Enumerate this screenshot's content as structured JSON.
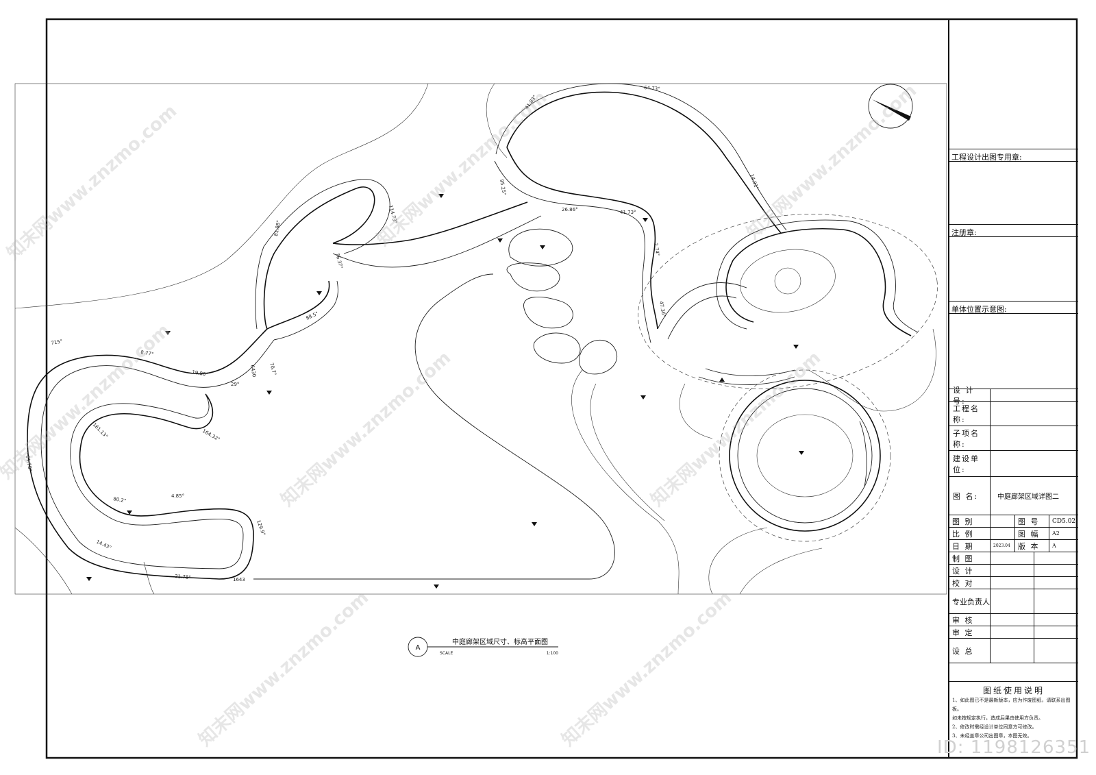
{
  "drawing": {
    "caption_symbol": "A",
    "caption_title": "中庭廊架区域尺寸、标高平面图",
    "caption_scale_label": "SCALE",
    "caption_scale_value": "1:100",
    "dimensions": [
      "64.73°",
      "41.83°",
      "14.91°",
      "95.25°",
      "26.86°",
      "41.73°",
      "2.74°",
      "114.73°",
      "76.37°",
      "47.36°",
      "81.98°",
      "88.5°",
      "70.7°",
      "715°",
      "8.77°",
      "19.86°",
      "29°",
      "6430",
      "161.13°",
      "164.32°",
      "81.78°",
      "80.2°",
      "4.85°",
      "129.9°",
      "14.43°",
      "21.78°",
      "1643"
    ],
    "watermark_text": "知末网www.znzmo.com",
    "id_text": "ID: 1198126351"
  },
  "title_block": {
    "seal_label": "工程设计出图专用章:",
    "reg_label": "注册章:",
    "location_label": "单体位置示意图:",
    "design_no_label": "设 计 号:",
    "project_name_label": "工程名称:",
    "sub_item_label": "子项名称:",
    "owner_label": "建设单位:",
    "drawing_name_label": "图    名:",
    "drawing_name_value": "中庭廊架区域详图二",
    "category_label": "图  别",
    "number_label": "图  号",
    "number_value": "CD5.02",
    "scale_label": "比  例",
    "size_label": "图  幅",
    "size_value": "A2",
    "date_label": "日  期",
    "date_value": "2023.04",
    "version_label": "版  本",
    "version_value": "A",
    "drawn_label": "制  图",
    "design_label": "设  计",
    "check_label": "校  对",
    "lead_label": "专业负责人",
    "review_label": "审  核",
    "approve_label": "审  定",
    "chief_label": "设  总",
    "notes_title": "图纸使用说明",
    "notes": [
      "1、如此图已不是最新版本，应为作废图纸，请联系出图板。",
      "   如未按规定执行，造成后果由使用方负责。",
      "2、修改时需经设计单位同意方可修改。",
      "3、未经盖章公司出图章，本图无效。"
    ]
  }
}
